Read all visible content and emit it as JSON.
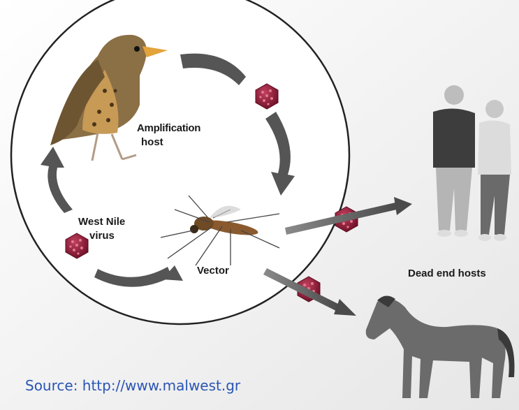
{
  "labels": {
    "amplification_host_line1": "Amplification",
    "amplification_host_line2": "host",
    "virus_line1": "West Nile",
    "virus_line2": "virus",
    "vector": "Vector",
    "dead_end_hosts": "Dead end hosts"
  },
  "source": "Source: http://www.malwest.gr",
  "colors": {
    "virus": "#9b1b3a",
    "arrow_gray": "#5a5a5a",
    "source_text": "#2a55b4"
  },
  "icons": [
    "bird-icon",
    "mosquito-icon",
    "virus-icon",
    "people-icon",
    "horse-icon"
  ]
}
